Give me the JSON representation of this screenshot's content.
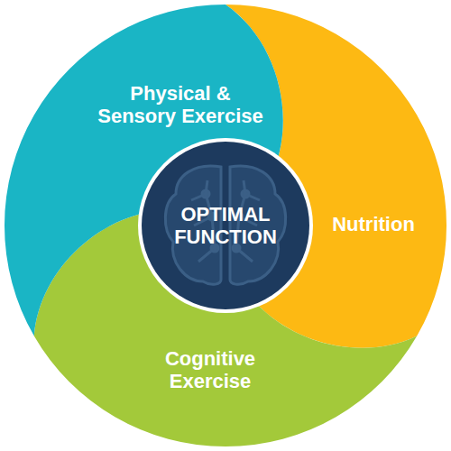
{
  "diagram": {
    "nodes": [
      {
        "text": [
          "Physical & Sensory Exercise"
        ]
      },
      {
        "text": [
          "Nutrition"
        ]
      },
      {
        "text": [
          "Cognitive Exercise"
        ]
      },
      {
        "text": [
          "OPTIMAL FUNCTION"
        ]
      }
    ]
  }
}
